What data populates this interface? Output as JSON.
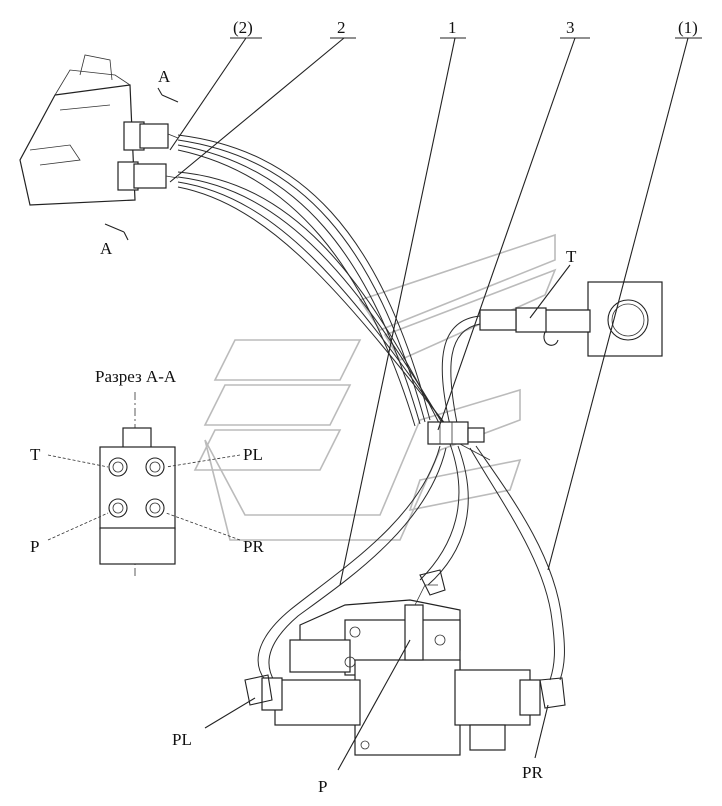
{
  "callouts": {
    "top_1": "(2)",
    "top_2": "2",
    "top_3": "1",
    "top_4": "3",
    "top_5": "(1)"
  },
  "section_marks": {
    "upper": "A",
    "lower": "A"
  },
  "section_title": "Разрез A-A",
  "section_ports": {
    "t": "T",
    "pl": "PL",
    "p": "P",
    "pr": "PR"
  },
  "main_labels": {
    "t": "T",
    "pl": "PL",
    "p": "P",
    "pr": "PR"
  }
}
